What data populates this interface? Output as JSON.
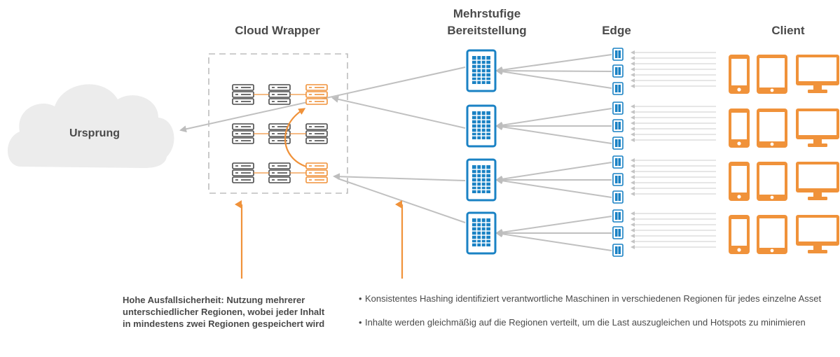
{
  "headers": {
    "cloud_wrapper": "Cloud Wrapper",
    "tiered": "Mehrstufige\nBereitstellung",
    "tiered_line1": "Mehrstufige",
    "tiered_line2": "Bereitstellung",
    "edge": "Edge",
    "client": "Client"
  },
  "origin": {
    "label": "Ursprung"
  },
  "notes": {
    "left": "Hohe Ausfallsicherheit: Nutzung mehrerer unterschiedlicher Regionen, wobei jeder Inhalt in mindestens zwei Regionen gespeichert wird",
    "bullets": [
      "Konsistentes Hashing identifiziert verantwortliche Maschinen in verschiedenen Regionen für jedes einzelne Asset",
      "Inhalte werden gleichmäßig auf die Regionen verteilt, um die Last auszugleichen und Hotspots zu minimieren"
    ]
  },
  "colors": {
    "orange": "#f0923a",
    "blue": "#1a82c4",
    "gray_line": "#c0c0c0",
    "server_dark": "#4a4a4a",
    "cloud": "#ececec"
  },
  "icons": {
    "server": "server-rack-icon",
    "tier_node": "building-grid-icon",
    "edge_node": "edge-server-icon",
    "phone": "phone-icon",
    "tablet": "tablet-icon",
    "monitor": "monitor-icon"
  }
}
